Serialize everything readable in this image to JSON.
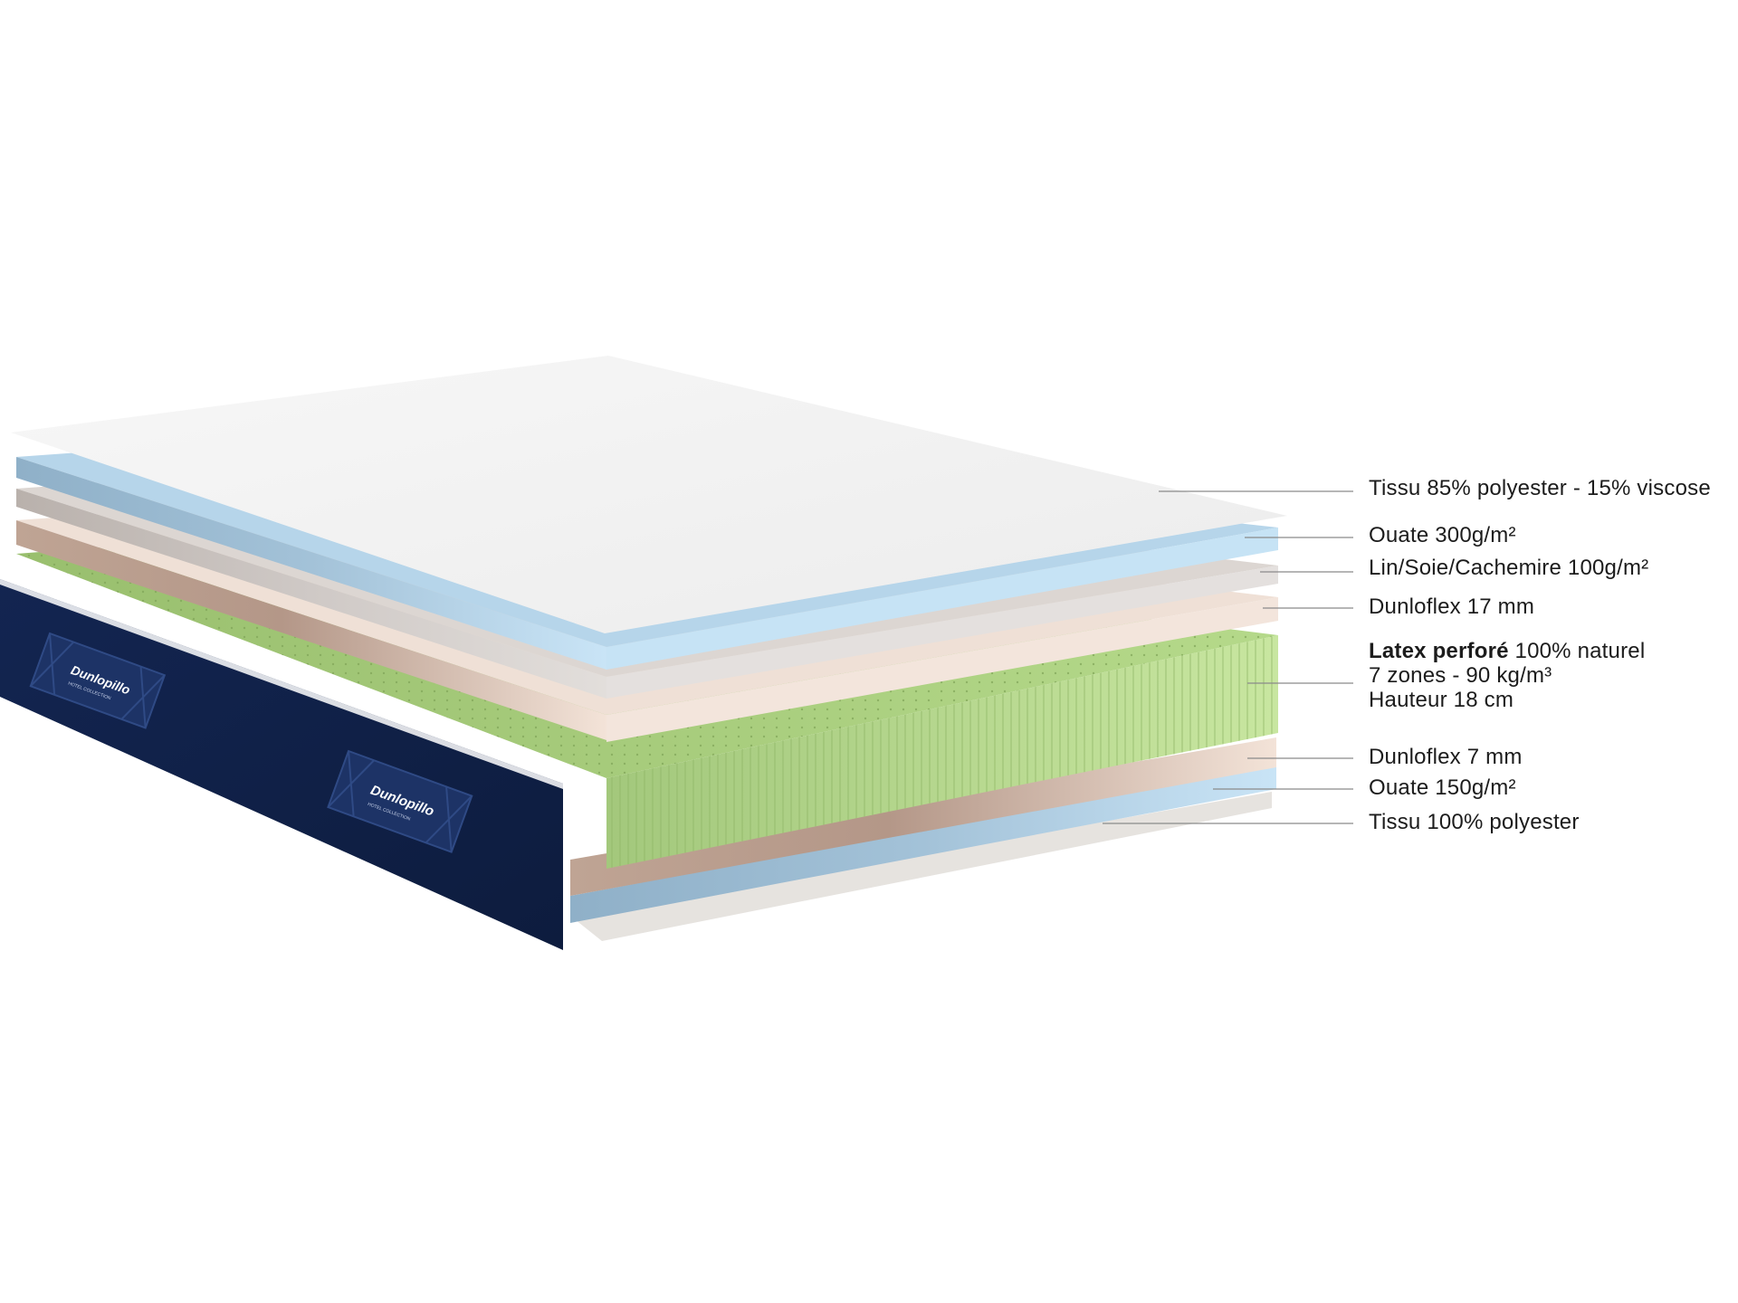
{
  "brand": {
    "logo_text": "Dunlopillo",
    "tagline": "HOTEL COLLECTION"
  },
  "colors": {
    "tissu_top": "#f1f1f1",
    "ouate": "#a9cde6",
    "lin_soie": "#cbc8c6",
    "dunloflex": "#eed9cc",
    "latex": "#b9dc8a",
    "side_band": "#0f2144",
    "tissu_bottom": "#e6e3df"
  },
  "layers": [
    {
      "id": "tissu-top",
      "lines": [
        {
          "text": "Tissu 85% polyester - 15% viscose"
        }
      ]
    },
    {
      "id": "ouate-300",
      "lines": [
        {
          "text": "Ouate 300g/m²"
        }
      ]
    },
    {
      "id": "lin-soie",
      "lines": [
        {
          "text": "Lin/Soie/Cachemire 100g/m²"
        }
      ]
    },
    {
      "id": "dunloflex-17",
      "lines": [
        {
          "text": "Dunloflex 17 mm"
        }
      ]
    },
    {
      "id": "latex",
      "lines": [
        {
          "bold": "Latex perforé",
          "text": " 100% naturel"
        },
        {
          "text": "7 zones - 90 kg/m³"
        },
        {
          "text": "Hauteur 18 cm"
        }
      ]
    },
    {
      "id": "dunloflex-7",
      "lines": [
        {
          "text": "Dunloflex 7 mm"
        }
      ]
    },
    {
      "id": "ouate-150",
      "lines": [
        {
          "text": "Ouate 150g/m²"
        }
      ]
    },
    {
      "id": "tissu-bottom",
      "lines": [
        {
          "text": "Tissu 100% polyester"
        }
      ]
    }
  ]
}
